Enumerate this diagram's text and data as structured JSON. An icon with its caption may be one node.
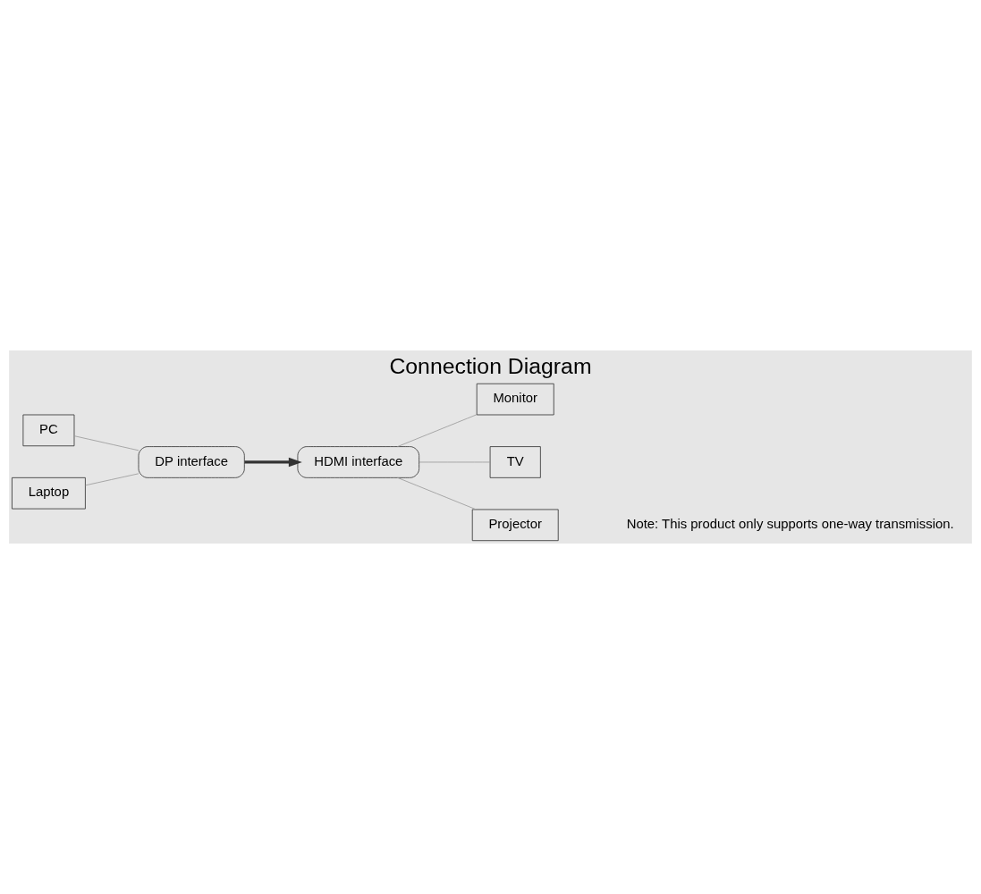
{
  "diagram": {
    "title": "Connection Diagram",
    "nodes": [
      {
        "text": [
          "PC"
        ]
      },
      {
        "text": [
          "Laptop"
        ]
      },
      {
        "text": [
          "DP interface"
        ]
      },
      {
        "text": [
          "HDMI interface"
        ]
      },
      {
        "text": [
          "Monitor"
        ]
      },
      {
        "text": [
          "TV"
        ]
      },
      {
        "text": [
          "Projector"
        ]
      }
    ],
    "edges": [
      {
        "from": 0,
        "to": 2,
        "arrow": "none"
      },
      {
        "from": 1,
        "to": 2,
        "arrow": "none"
      },
      {
        "from": 2,
        "to": 3,
        "arrow": "to",
        "style": "thick",
        "color": "#333333"
      },
      {
        "from": 3,
        "to": 4,
        "arrow": "none"
      },
      {
        "from": 3,
        "to": 5,
        "arrow": "none"
      },
      {
        "from": 3,
        "to": 6,
        "arrow": "none"
      }
    ],
    "labels": [
      "Note: This product only supports one-way transmission."
    ]
  }
}
